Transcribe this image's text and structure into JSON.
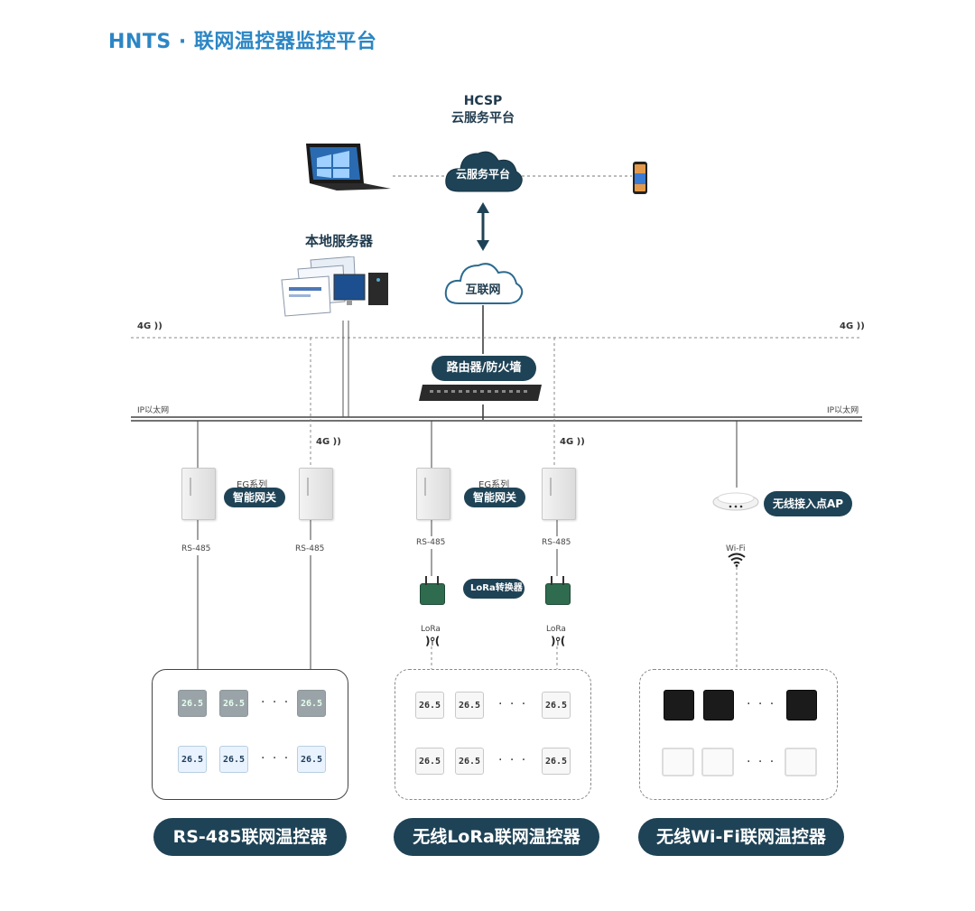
{
  "title": "HNTS · 联网温控器监控平台",
  "cloud": {
    "header_line1": "HCSP",
    "header_line2": "云服务平台",
    "cloud_label": "云服务平台",
    "internet_label": "互联网"
  },
  "local_server_label": "本地服务器",
  "router_label": "路由器/防火墙",
  "ethernet_label_left": "IP以太网",
  "ethernet_label_right": "IP以太网",
  "signal_4g": "4G",
  "gateways": {
    "series_label": "EG系列",
    "pill_label": "智能网关",
    "rs485_label": "RS-485"
  },
  "lora": {
    "converter_label": "LoRa转换器",
    "label": "LoRa"
  },
  "wifi": {
    "ap_label": "无线接入点AP",
    "label": "Wi-Fi"
  },
  "ellipsis": "· · ·",
  "thermostat_reading": "26.5",
  "groups": [
    {
      "name": "RS-485联网温控器"
    },
    {
      "name": "无线LoRa联网温控器"
    },
    {
      "name": "无线Wi-Fi联网温控器"
    }
  ],
  "colors": {
    "title_blue": "#2c86c4",
    "pill_dark": "#1f4356",
    "cloud_stroke": "#2c6a8e"
  },
  "icons": [
    "laptop-icon",
    "phone-icon",
    "cloud-icon",
    "server-icon",
    "router-icon",
    "gateway-icon",
    "antenna-icon",
    "wifi-icon",
    "access-point-icon",
    "signal-4g-icon"
  ]
}
